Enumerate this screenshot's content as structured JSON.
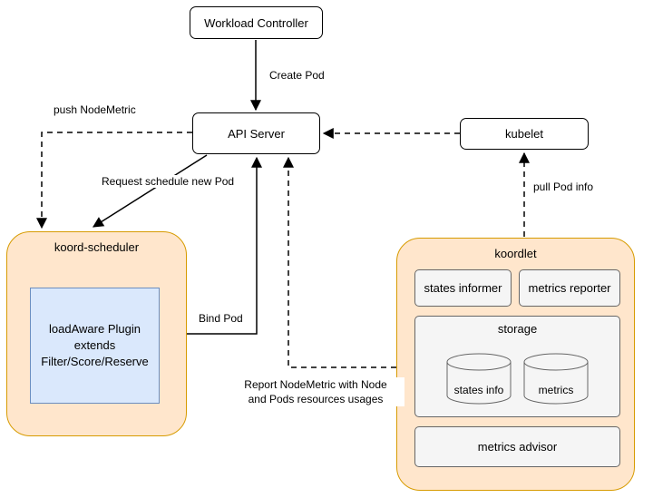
{
  "diagram": {
    "nodes": {
      "workload_controller": "Workload Controller",
      "api_server": "API Server",
      "kubelet": "kubelet",
      "koord_scheduler": "koord-scheduler",
      "loadaware_line1": "loadAware Plugin",
      "loadaware_line2": "extends",
      "loadaware_line3": "Filter/Score/Reserve",
      "koordlet": "koordlet",
      "states_informer": "states informer",
      "metrics_reporter": "metrics reporter",
      "storage": "storage",
      "states_info": "states info",
      "metrics": "metrics",
      "metrics_advisor": "metrics advisor"
    },
    "edges": {
      "create_pod": "Create Pod",
      "push_nodemetric": "push NodeMetric",
      "request_schedule": "Request schedule new Pod",
      "bind_pod": "Bind Pod",
      "pull_pod_info": "pull Pod info",
      "report_line1": "Report NodeMetric with Node",
      "report_line2": "and Pods resources usages"
    },
    "colors": {
      "container_fill": "#ffe6cc",
      "container_border": "#d79b00",
      "plugin_fill": "#dae8fc",
      "plugin_border": "#6c8ebf",
      "inner_fill": "#f5f5f5",
      "inner_border": "#666666",
      "node_fill": "#ffffff",
      "line": "#000000"
    }
  }
}
